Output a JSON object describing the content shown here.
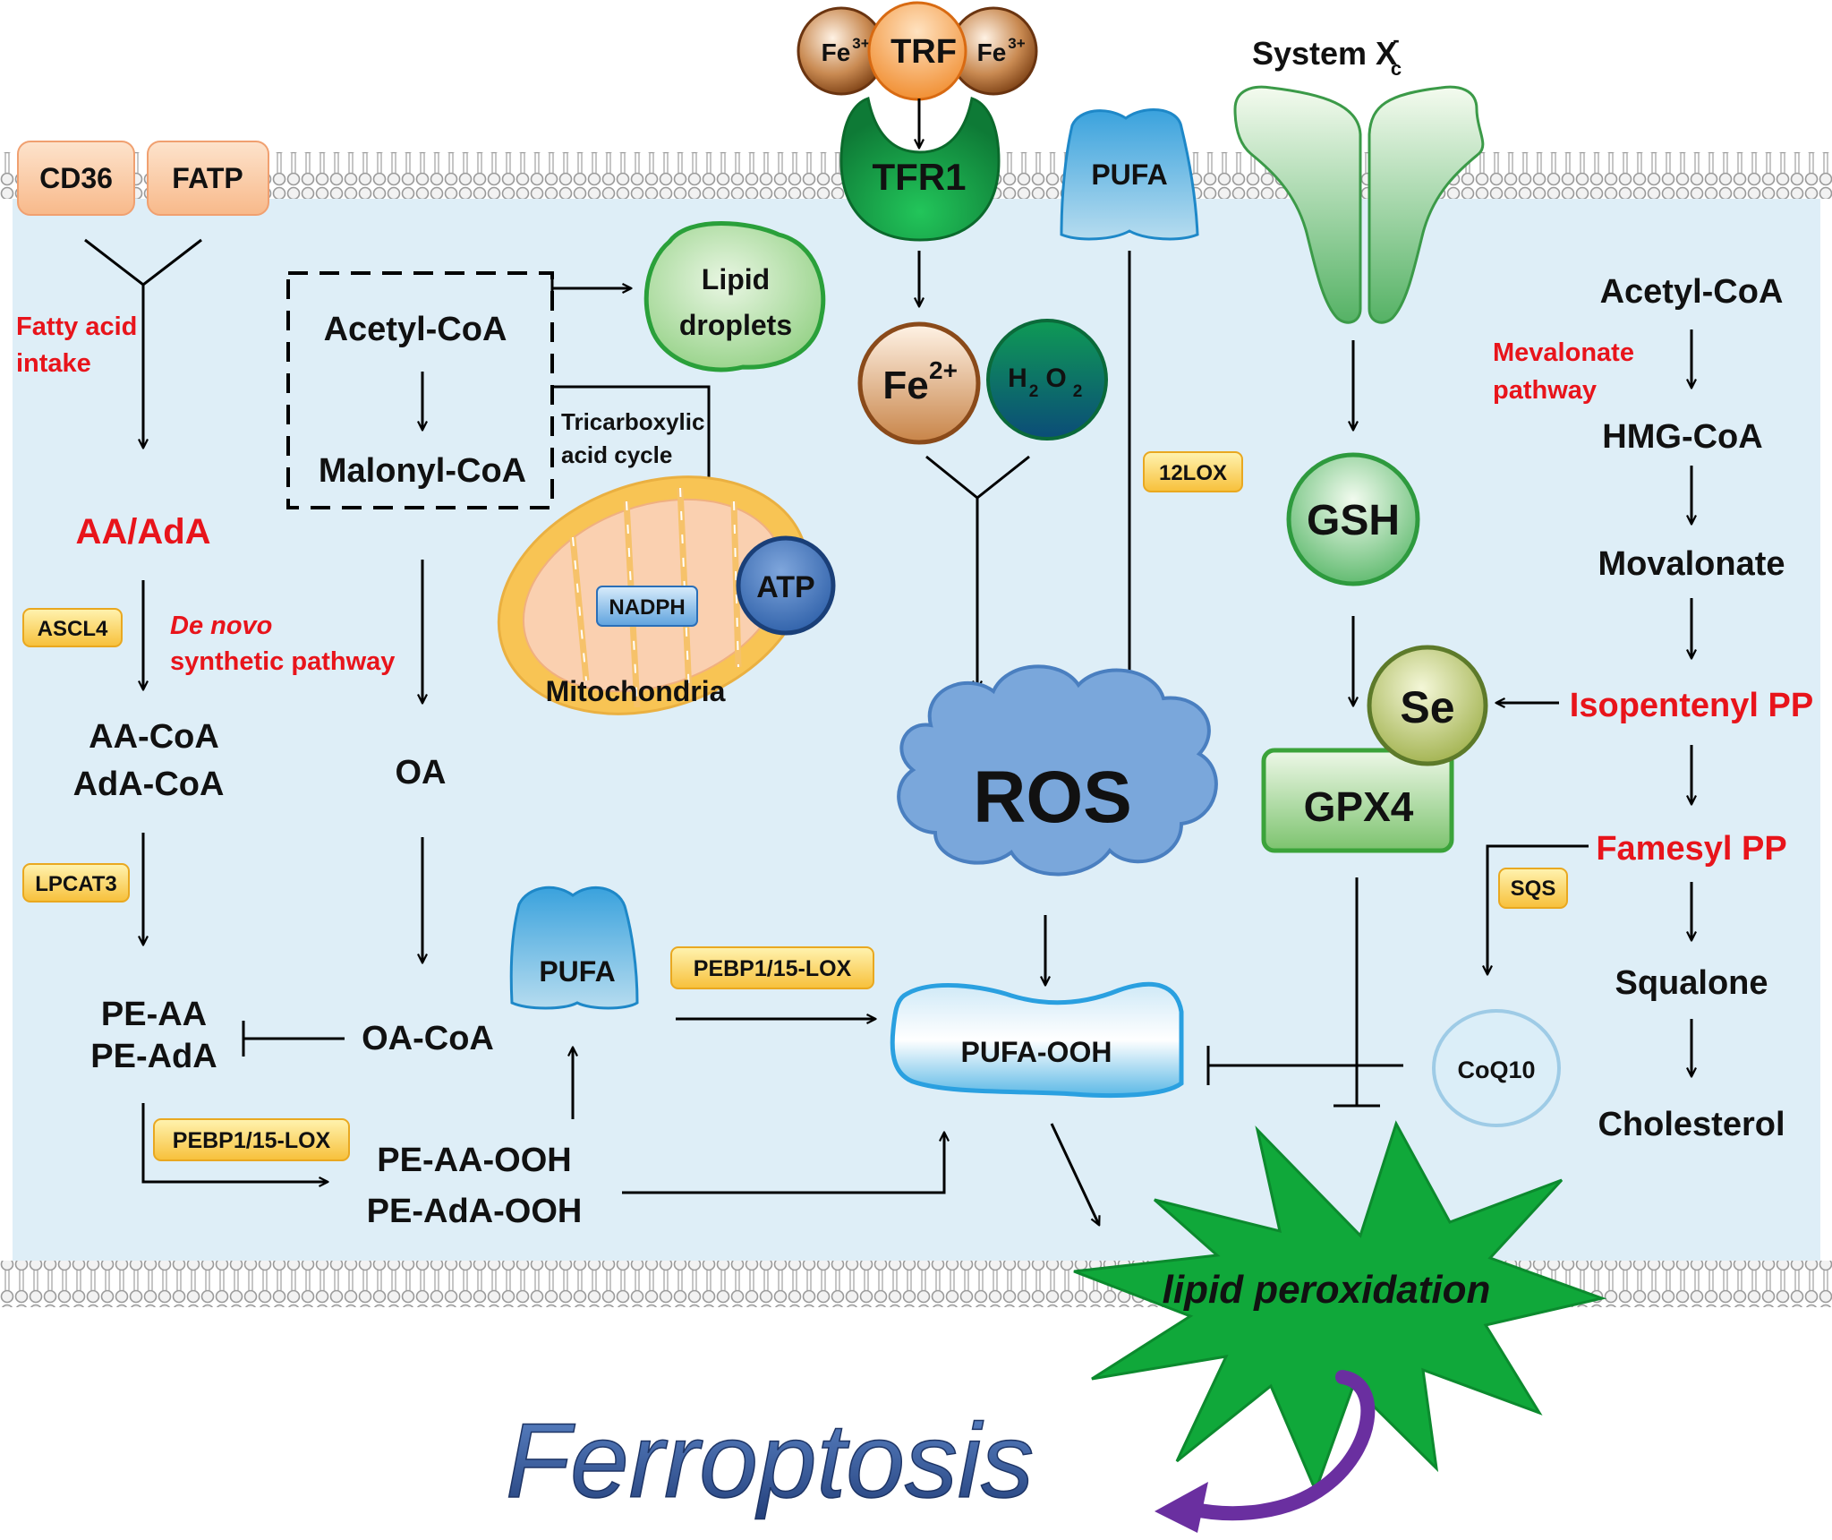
{
  "transporters": {
    "cd36": "CD36",
    "fatp": "FATP"
  },
  "iron": {
    "fe3_left": "Fe",
    "fe3_right": "Fe",
    "fe3_sup": "3+",
    "trf": "TRF",
    "tfr1": "TFR1",
    "fe2": "Fe",
    "fe2_sup": "2+",
    "h2o2_h": "H",
    "h2o2_o": "O",
    "h2o2_sub": "2"
  },
  "system_xc": {
    "label": "System X",
    "sub": "c",
    "sup": "-"
  },
  "pufa_membrane": "PUFA",
  "left_path": {
    "fatty_acid_intake_1": "Fatty acid",
    "fatty_acid_intake_2": "intake",
    "aa_ada": "AA/AdA",
    "ascl4": "ASCL4",
    "de_novo_1": "De novo",
    "de_novo_2": "synthetic pathway",
    "aa_coa": "AA-CoA",
    "ada_coa": "AdA-CoA",
    "lpcat3": "LPCAT3",
    "pe_aa": "PE-AA",
    "pe_ada": "PE-AdA",
    "pebp1_left": "PEBP1/15-LOX",
    "pe_aa_ooh": "PE-AA-OOH",
    "pe_ada_ooh": "PE-AdA-OOH"
  },
  "center_path": {
    "acetyl_coa": "Acetyl-CoA",
    "malonyl_coa": "Malonyl-CoA",
    "lipid_droplets_1": "Lipid",
    "lipid_droplets_2": "droplets",
    "tca_1": "Tricarboxylic",
    "tca_2": "acid cycle",
    "nadph": "NADPH",
    "atp": "ATP",
    "mitochondria": "Mitochondria",
    "oa": "OA",
    "oa_coa": "OA-CoA",
    "pufa": "PUFA",
    "pebp1_center": "PEBP1/15-LOX",
    "twelve_lox": "12LOX",
    "ros": "ROS",
    "pufa_ooh": "PUFA-OOH"
  },
  "right_path": {
    "gsh": "GSH",
    "se": "Se",
    "gpx4": "GPX4",
    "acetyl_coa": "Acetyl-CoA",
    "mevalonate_1": "Mevalonate",
    "mevalonate_2": "pathway",
    "hmg_coa": "HMG-CoA",
    "movalonate": "Movalonate",
    "isopentenyl_pp": "Isopentenyl PP",
    "famesyl_pp": "Famesyl PP",
    "sqs": "SQS",
    "coq10": "CoQ10",
    "squalone": "Squalone",
    "cholesterol": "Cholesterol"
  },
  "lipid_peroxidation": "lipid peroxidation",
  "ferroptosis": "Ferroptosis",
  "colors": {
    "cell_interior": "#deeef7",
    "red_text": "#e8141b",
    "burst_green": "#10a83a",
    "ros_blue": "#7aa7db",
    "ferroptosis_text": "#3c5a96",
    "curved_arrow": "#6a2fa0"
  }
}
